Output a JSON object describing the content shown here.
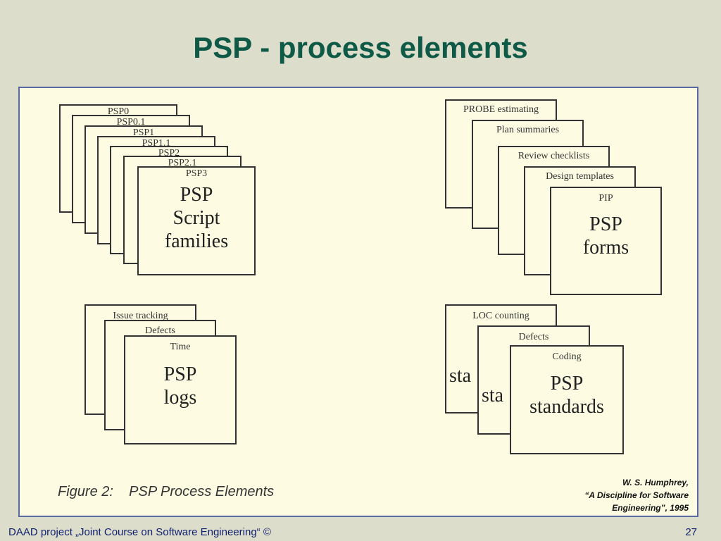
{
  "slide": {
    "title": "PSP - process elements",
    "footer": "DAAD project „Joint Course on Software Engineering“ ©",
    "page_number": "27"
  },
  "figure": {
    "caption": "Figure 2:    PSP Process Elements",
    "citation": [
      "W. S. Humphrey,",
      "“A Discipline for Software",
      "Engineering”, 1995"
    ],
    "scripts": {
      "layers": [
        "PSP0",
        "PSP0.1",
        "PSP1",
        "PSP1.1",
        "PSP2",
        "PSP2.1",
        "PSP3"
      ],
      "body": "PSP\nScript\nfamilies"
    },
    "forms": {
      "layers": [
        "PROBE estimating",
        "Plan summaries",
        "Review checklists",
        "Design templates",
        "PIP"
      ],
      "body": "PSP\nforms"
    },
    "logs": {
      "layers": [
        "Issue tracking",
        "Defects",
        "Time"
      ],
      "body": "PSP\nlogs"
    },
    "standards": {
      "layers": [
        "LOC counting",
        "Defects",
        "Coding"
      ],
      "peek": "sta",
      "body": "PSP\nstandards"
    }
  }
}
